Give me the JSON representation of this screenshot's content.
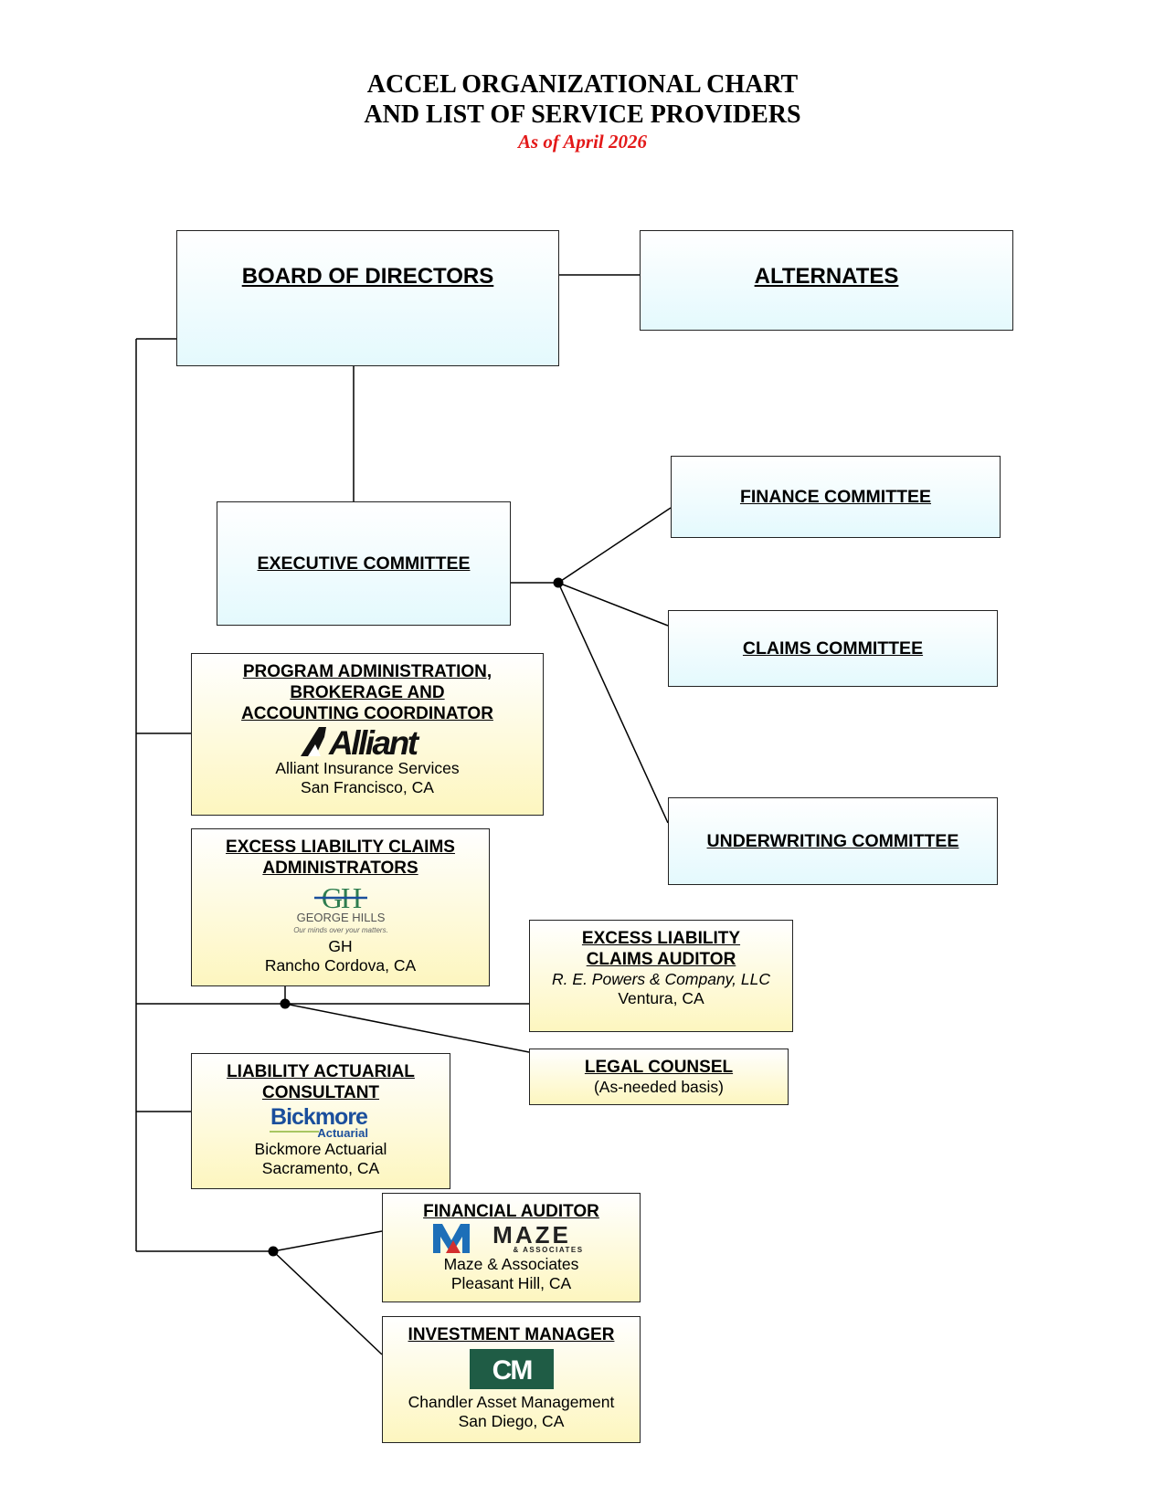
{
  "header": {
    "title_line1": "ACCEL ORGANIZATIONAL CHART",
    "title_line2": "AND LIST OF SERVICE PROVIDERS",
    "subtitle": "As of April 2026"
  },
  "nodes": {
    "board": {
      "label": "BOARD OF DIRECTORS"
    },
    "alternates": {
      "label": "ALTERNATES"
    },
    "executive": {
      "label": "EXECUTIVE COMMITTEE"
    },
    "finance": {
      "label": "FINANCE COMMITTEE"
    },
    "claims": {
      "label": "CLAIMS COMMITTEE"
    },
    "underwriting": {
      "label": "UNDERWRITING COMMITTEE"
    },
    "program_admin": {
      "heading_lines": [
        "PROGRAM ADMINISTRATION,",
        "BROKERAGE AND",
        "ACCOUNTING COORDINATOR"
      ],
      "logo_text": "Alliant",
      "provider": "Alliant Insurance Services",
      "location": "San Francisco, CA"
    },
    "excess_claims_admin": {
      "heading_lines": [
        "EXCESS LIABILITY CLAIMS",
        "ADMINISTRATORS"
      ],
      "logo_text": "GH",
      "logo_name": "GEORGE HILLS",
      "logo_tagline": "Our minds over your matters.",
      "provider": "GH",
      "location": "Rancho Cordova, CA"
    },
    "excess_claims_auditor": {
      "heading_lines": [
        "EXCESS LIABILITY",
        "CLAIMS AUDITOR"
      ],
      "provider": "R. E. Powers & Company, LLC",
      "location": "Ventura, CA"
    },
    "legal_counsel": {
      "heading": "LEGAL COUNSEL",
      "note": "(As-needed basis)"
    },
    "actuarial": {
      "heading_lines": [
        "LIABILITY ACTUARIAL",
        "CONSULTANT"
      ],
      "logo_text": "Bickmore",
      "logo_sub": "Actuarial",
      "provider": "Bickmore Actuarial",
      "location": "Sacramento, CA"
    },
    "financial_auditor": {
      "heading": "FINANCIAL AUDITOR",
      "logo_text": "MAZE",
      "logo_sub": "& ASSOCIATES",
      "provider": "Maze & Associates",
      "location": "Pleasant Hill, CA"
    },
    "investment_manager": {
      "heading": "INVESTMENT MANAGER",
      "logo_text": "CM",
      "provider": "Chandler Asset Management",
      "location": "San Diego, CA"
    }
  },
  "colors": {
    "blue_box_fill": "#e4f9fd",
    "yellow_box_fill": "#fdf6bf",
    "subtitle_red": "#e31919",
    "gh_green": "#2e7d4f",
    "bickmore_blue": "#1b4f9c",
    "maze_blue": "#1d6fb8",
    "maze_red": "#d32f2f",
    "chandler_green": "#1f5c45"
  },
  "icons": [
    "alliant-logo",
    "george-hills-logo",
    "bickmore-logo",
    "maze-logo",
    "chandler-logo"
  ]
}
